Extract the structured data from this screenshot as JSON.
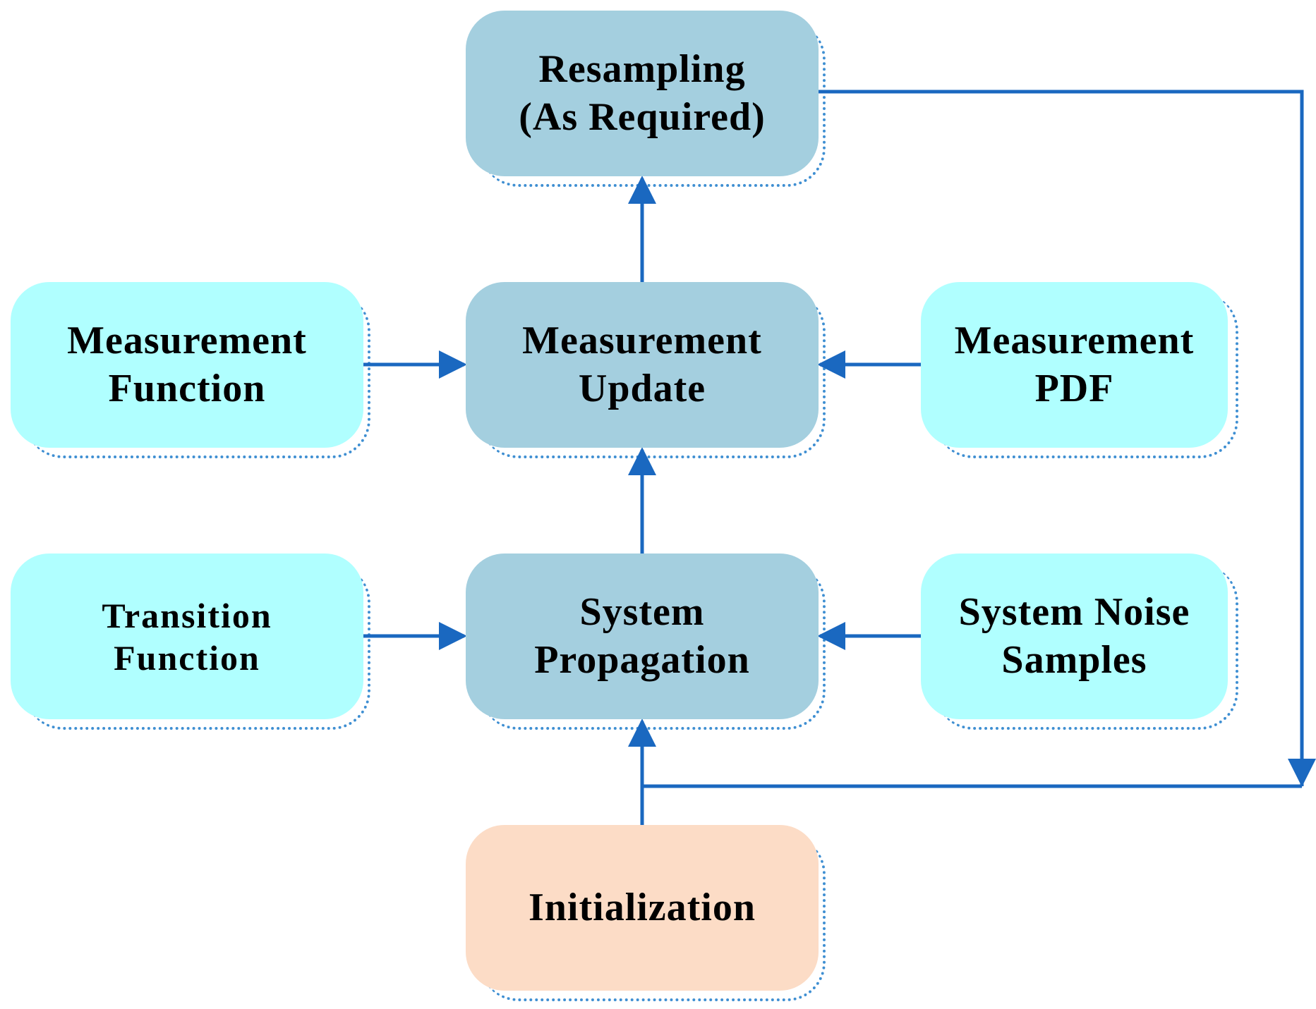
{
  "nodes": {
    "resampling": {
      "line1": "Resampling",
      "line2": "(As Required)"
    },
    "measurement_function": {
      "line1": "Measurement",
      "line2": "Function"
    },
    "measurement_update": {
      "line1": "Measurement",
      "line2": "Update"
    },
    "measurement_pdf": {
      "line1": "Measurement",
      "line2": "PDF"
    },
    "transition_function": {
      "line1": "Transition",
      "line2": "Function"
    },
    "system_propagation": {
      "line1": "System",
      "line2": "Propagation"
    },
    "system_noise_samples": {
      "line1": "System Noise",
      "line2": "Samples"
    },
    "initialization": {
      "line1": "Initialization"
    }
  },
  "colors": {
    "process_fill": "#a4cfdf",
    "input_fill": "#b0ffff",
    "init_fill": "#fcdcc6",
    "arrow": "#1a68c0",
    "shadow_dots": "#3f8fd2"
  }
}
